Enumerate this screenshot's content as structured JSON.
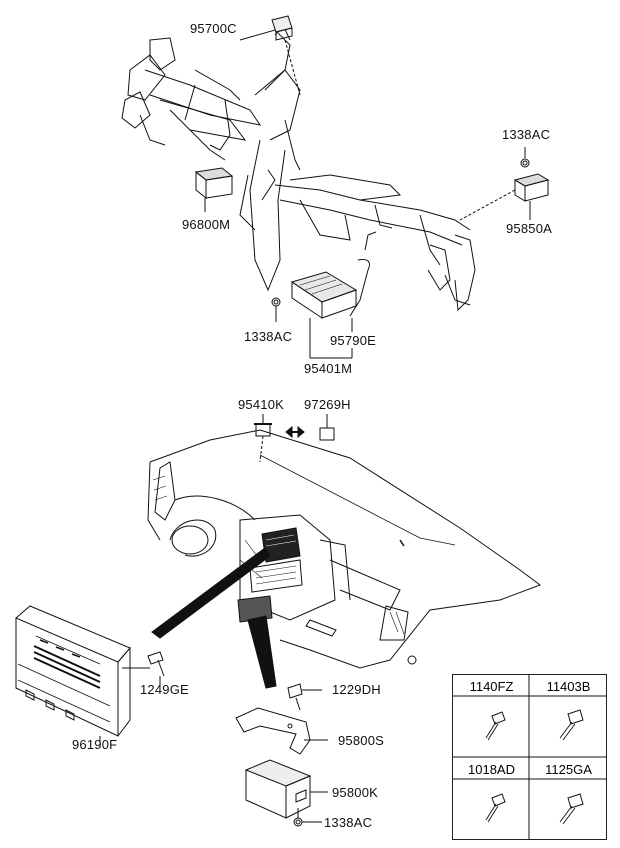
{
  "diagram": {
    "callouts": {
      "c95700C": "95700C",
      "c1338AC_top": "1338AC",
      "c96800M": "96800M",
      "c95850A": "95850A",
      "c1338AC_mid": "1338AC",
      "c95790E": "95790E",
      "c95401M": "95401M",
      "c95410K": "95410K",
      "c97269H": "97269H",
      "c1249GE": "1249GE",
      "c96190F": "96190F",
      "c1229DH": "1229DH",
      "c95800S": "95800S",
      "c95800K": "95800K",
      "c1338AC_bot": "1338AC"
    },
    "fastener_table": {
      "cells": [
        "1140FZ",
        "11403B",
        "1018AD",
        "1125GA"
      ]
    }
  }
}
